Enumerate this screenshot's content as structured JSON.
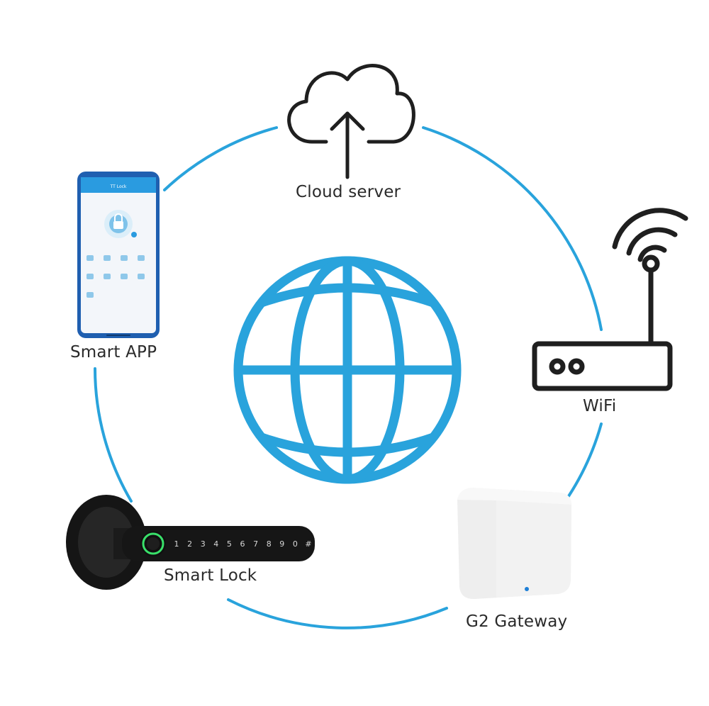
{
  "nodes": {
    "cloud": {
      "label": "Cloud server",
      "icon": "cloud-upload-icon"
    },
    "app": {
      "label": "Smart APP",
      "icon": "smartphone-icon"
    },
    "wifi": {
      "label": "WiFi",
      "icon": "wifi-router-icon"
    },
    "lock": {
      "label": "Smart Lock",
      "icon": "smart-lock-icon"
    },
    "gateway": {
      "label": "G2 Gateway",
      "icon": "gateway-icon"
    }
  },
  "center": {
    "icon": "globe-icon"
  },
  "lock_keypad": [
    "1",
    "2",
    "3",
    "4",
    "5",
    "6",
    "7",
    "8",
    "9",
    "0",
    "#"
  ],
  "colors": {
    "accent": "#29a3dc",
    "icon_stroke": "#1f1f1f",
    "phone_bezel": "#1f5fb0"
  }
}
